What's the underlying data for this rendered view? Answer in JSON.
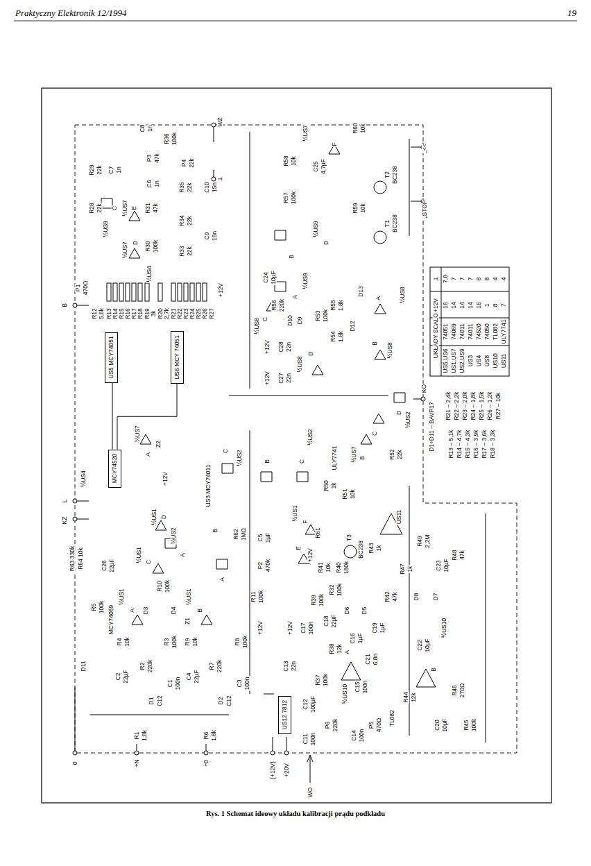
{
  "diagram": {
    "caption": "Rys. 1 Schemat ideowy układu kalibracji prądu podkładu",
    "nodes": [
      {
        "text": [
          "MCY74520"
        ]
      },
      {
        "text": [
          "US5 MCY74051"
        ]
      },
      {
        "text": [
          "US6 MCY 74051"
        ]
      },
      {
        "text": [
          "US12 7812"
        ]
      }
    ],
    "edges": [
      {
        "from": 0,
        "to": 1,
        "arrow": "none"
      },
      {
        "from": 0,
        "to": 2,
        "arrow": "none"
      }
    ],
    "labels": [
      "Praktyczny Elektronik 12/1994",
      "19",
      "0",
      "+N",
      "+0",
      "(+12V)",
      "+20V",
      "WO",
      "B",
      "L",
      "KZ",
      "WZ",
      "⊥",
      "KO",
      "„STOP”",
      "„<<”",
      "R58",
      "10k",
      "C25",
      "4,7µF",
      "½US7",
      "F",
      "R60",
      "10k",
      "T2",
      "BC238",
      "R57",
      "100k",
      "½US9",
      "D",
      "R59",
      "10k",
      "T1",
      "BC238",
      "B",
      "A",
      "½US9",
      "C24",
      "10µF",
      "R56",
      "220k",
      "R29",
      "22k",
      "C7",
      "1n",
      "R28",
      "22k",
      "C8",
      "1n",
      "P3",
      "47k",
      "R36",
      "100k",
      "P4",
      "22k",
      "½US9",
      "C",
      "½US7",
      "E",
      "R31",
      "47k",
      "C6",
      "1n",
      "R35",
      "22k",
      "½US7",
      "D",
      "R30",
      "100k",
      "R34",
      "22k",
      "C10",
      "15n",
      "R33",
      "22k",
      "C9",
      "15n",
      "½US4",
      "P1",
      "470Ω",
      "R12",
      "5,6k",
      "R13",
      "R14",
      "R15",
      "R16",
      "R17",
      "R18",
      "R19",
      "3k",
      "R20",
      "2,7k",
      "R21",
      "R22",
      "R23",
      "R24",
      "R25",
      "R26",
      "R27",
      "+12V",
      "½US4",
      "½US7",
      "A",
      "Z2",
      "+12V",
      "½US1",
      "D",
      "½US2",
      "A",
      "Z1",
      "US3 MCY74011",
      "C",
      "½US2",
      "B",
      "R62",
      "1MΩ",
      "C5",
      "1µF",
      "P2",
      "470k",
      "R11",
      "100k",
      "A",
      "B",
      "C",
      "½US2",
      "½US1",
      "F",
      "E",
      "+12V",
      "R61",
      "R41",
      "10k",
      "R40",
      "180k",
      "R50",
      "1k",
      "R51",
      "10k",
      "ULY7741",
      "½US7",
      "B",
      "C",
      "R52",
      "22k",
      "½US2",
      "D",
      "T3",
      "BC238",
      "R43",
      "1k",
      "R42",
      "47k",
      "C19",
      "1µF",
      "R32",
      "100k",
      "C18",
      "22µF",
      "R39",
      "100k",
      "C17",
      "100n",
      "US11",
      "R48",
      "47k",
      "R49",
      "2,2M",
      "C23",
      "10µF",
      "R47",
      "1k",
      "D8",
      "D7",
      "C22",
      "10µF",
      "½US10",
      "B",
      "R44",
      "12k",
      "C20",
      "10µF",
      "R46",
      "270Ω",
      "R45",
      "100k",
      "TL082",
      "P5",
      "470Ω",
      "C21",
      "6,8n",
      "C16",
      "1µF",
      "D6",
      "D5",
      "R38",
      "12k",
      "A",
      "½US10",
      "C15",
      "100n",
      "C14",
      "100n",
      "R37",
      "100k",
      "P6",
      "220k",
      "C11",
      "100n",
      "C12",
      "100µF",
      "C13",
      "22n",
      "+12V",
      "+12V",
      "C27",
      "22n",
      "C28",
      "22n",
      "+12V",
      "+12V",
      "½US8",
      "C",
      "D10",
      "D9",
      "½US8",
      "D",
      "R53",
      "100k",
      "R55",
      "1,8k",
      "R54",
      "1,8k",
      "D12",
      "D13",
      "A",
      "½US8",
      "B",
      "½US8",
      "D11",
      "R5",
      "100k",
      "C26",
      "22µF",
      "R63 330k",
      "R64 10k",
      "MCY74069",
      "½US1",
      "A",
      "R4",
      "10k",
      "C2",
      "22µF",
      "R2",
      "220k",
      "R3",
      "100k",
      "C1",
      "100n",
      "D1",
      "C12",
      "R1",
      "1,8k",
      "D3",
      "D4",
      "R10",
      "100k",
      "½US1",
      "C",
      "R9",
      "10k",
      "½US1",
      "B",
      "C4",
      "22µF",
      "R7",
      "220k",
      "R8",
      "100k",
      "C3",
      "100n",
      "D2",
      "C12",
      "R6",
      "1,8k",
      "UKŁADY SCALONE",
      "+12V",
      "⊥",
      "US5,US6",
      "74051",
      "16",
      "7,8",
      "US1,US7",
      "74069",
      "14",
      "7",
      "US2,US9",
      "74011",
      "14",
      "7",
      "US3",
      "74011",
      "14",
      "7",
      "US4",
      "74520",
      "16",
      "8",
      "US8",
      "74050",
      "1",
      "8",
      "US10",
      "TL082",
      "8",
      "4",
      "US11",
      "ULY7741",
      "7",
      "4",
      "D1÷D11 – BAVP17",
      "R13 – 5,1k",
      "R14 – 4,7k",
      "R15 – 4,3k",
      "R16 – 3,9k",
      "R17 – 3,6k",
      "R18 – 3,3k",
      "R21 – 2,4k",
      "R22 – 2,2k",
      "R23 – 2,0k",
      "R24 – 1,8k",
      "R25 – 1,5k",
      "R26 – 1,2k",
      "R27 – 10k"
    ]
  }
}
